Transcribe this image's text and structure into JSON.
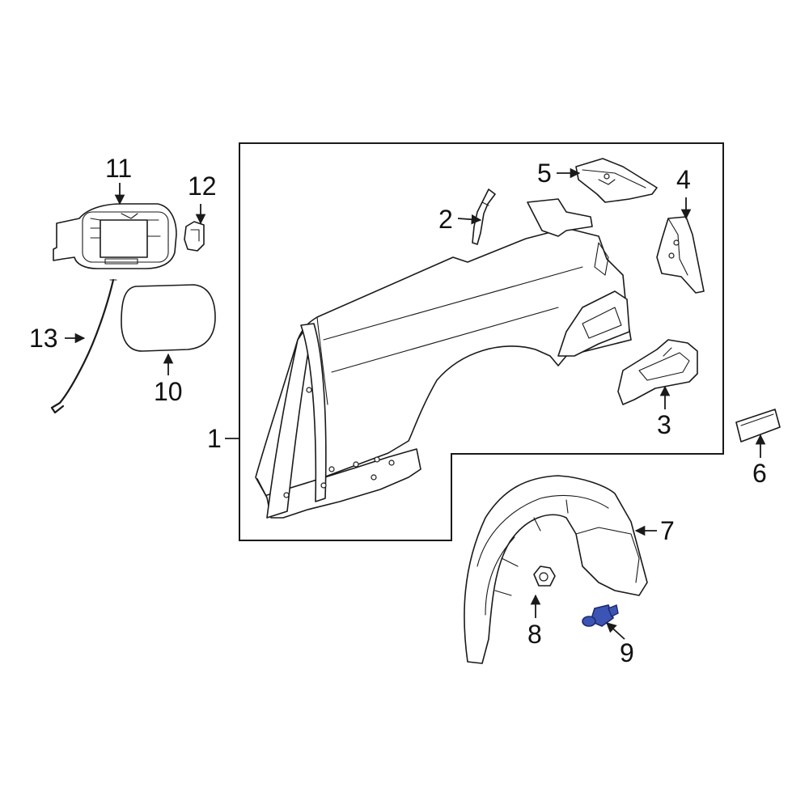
{
  "diagram": {
    "callouts": [
      {
        "id": "1",
        "label": "1"
      },
      {
        "id": "2",
        "label": "2"
      },
      {
        "id": "3",
        "label": "3"
      },
      {
        "id": "4",
        "label": "4"
      },
      {
        "id": "5",
        "label": "5"
      },
      {
        "id": "6",
        "label": "6"
      },
      {
        "id": "7",
        "label": "7"
      },
      {
        "id": "8",
        "label": "8"
      },
      {
        "id": "9",
        "label": "9"
      },
      {
        "id": "10",
        "label": "10"
      },
      {
        "id": "11",
        "label": "11"
      },
      {
        "id": "12",
        "label": "12"
      },
      {
        "id": "13",
        "label": "13"
      }
    ],
    "colors": {
      "line": "#1a1a1a",
      "highlight_fill": "#3c55b4",
      "highlight_stroke": "#1c2a6e",
      "background": "#ffffff"
    },
    "highlighted_part": "9"
  }
}
